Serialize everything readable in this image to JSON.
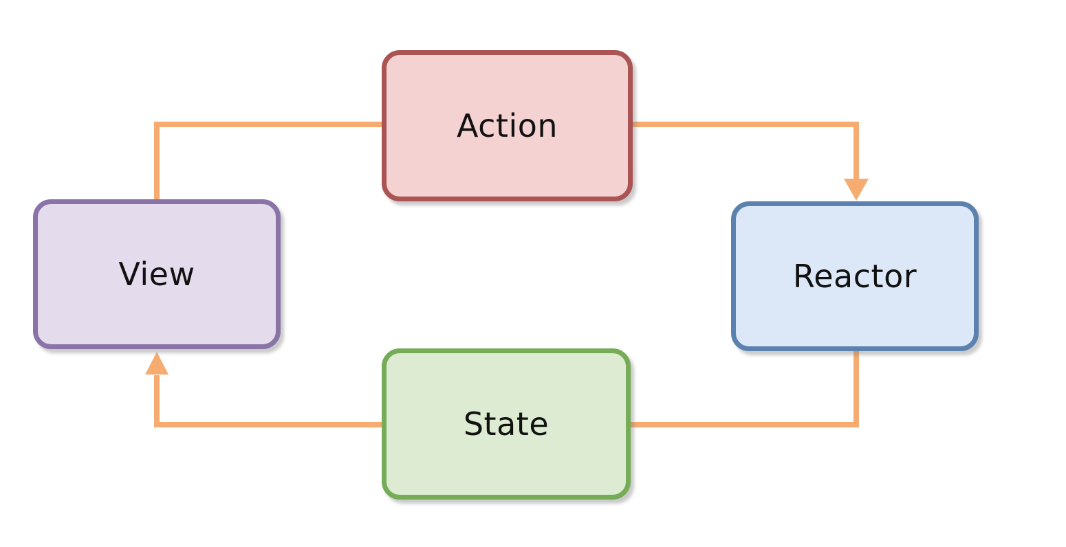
{
  "diagram": {
    "background_color": "#ffffff",
    "connector_color": "#f6ab70",
    "text_color": "#111111",
    "nodes": [
      {
        "id": "action",
        "label": "Action",
        "fill": "#f4d2d2",
        "border": "#aa5454"
      },
      {
        "id": "reactor",
        "label": "Reactor",
        "fill": "#dce7f7",
        "border": "#5b81ae"
      },
      {
        "id": "view",
        "label": "View",
        "fill": "#e4dcec",
        "border": "#8973a7"
      },
      {
        "id": "state",
        "label": "State",
        "fill": "#dcebd2",
        "border": "#76ac57"
      }
    ],
    "edges": [
      {
        "from": "View",
        "to": "Action",
        "arrowhead": false
      },
      {
        "from": "Action",
        "to": "Reactor",
        "arrowhead": true
      },
      {
        "from": "Reactor",
        "to": "State",
        "arrowhead": false
      },
      {
        "from": "State",
        "to": "View",
        "arrowhead": true
      }
    ]
  }
}
